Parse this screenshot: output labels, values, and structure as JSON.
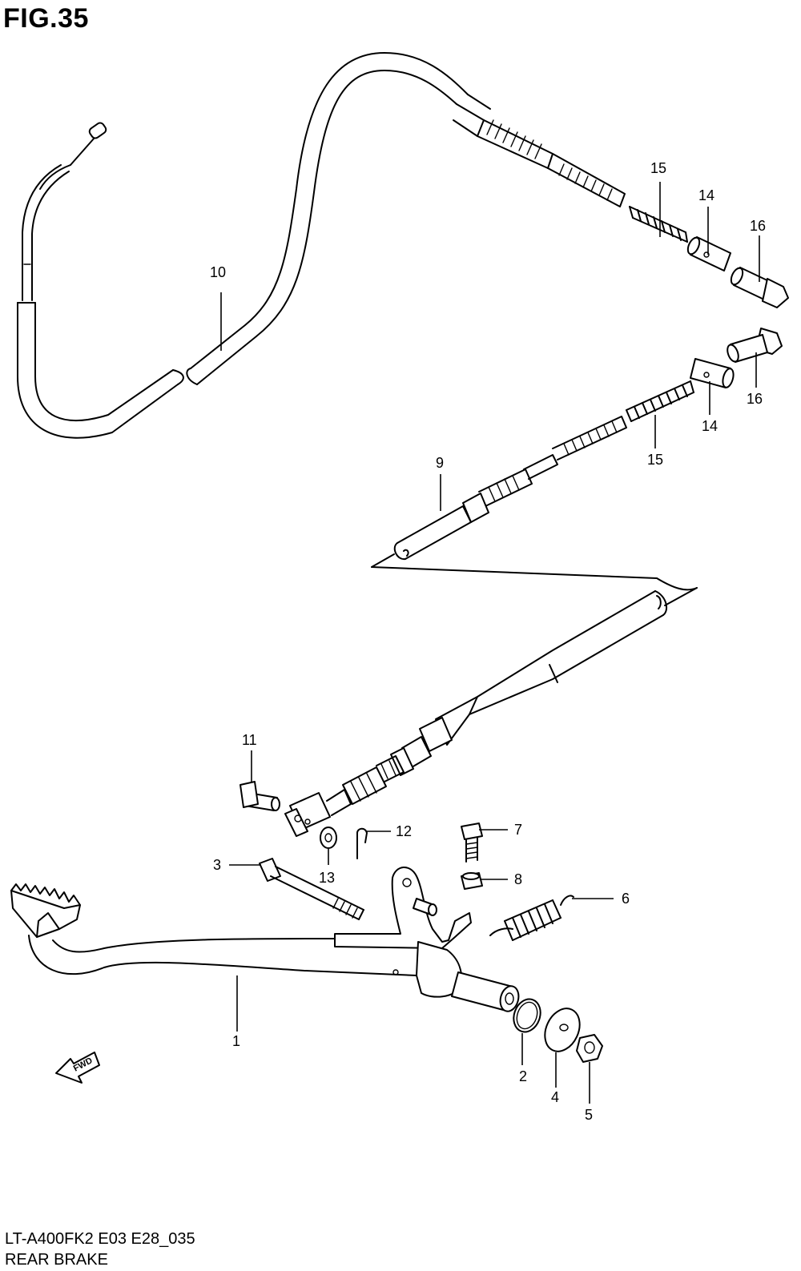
{
  "figure": {
    "title": "FIG.35",
    "model_code": "LT-A400FK2 E03 E28_035",
    "name": "REAR BRAKE"
  },
  "direction_label": "FWD",
  "callouts": [
    "1",
    "2",
    "3",
    "4",
    "5",
    "6",
    "7",
    "8",
    "9",
    "10",
    "11",
    "12",
    "13",
    "14",
    "15",
    "16"
  ]
}
